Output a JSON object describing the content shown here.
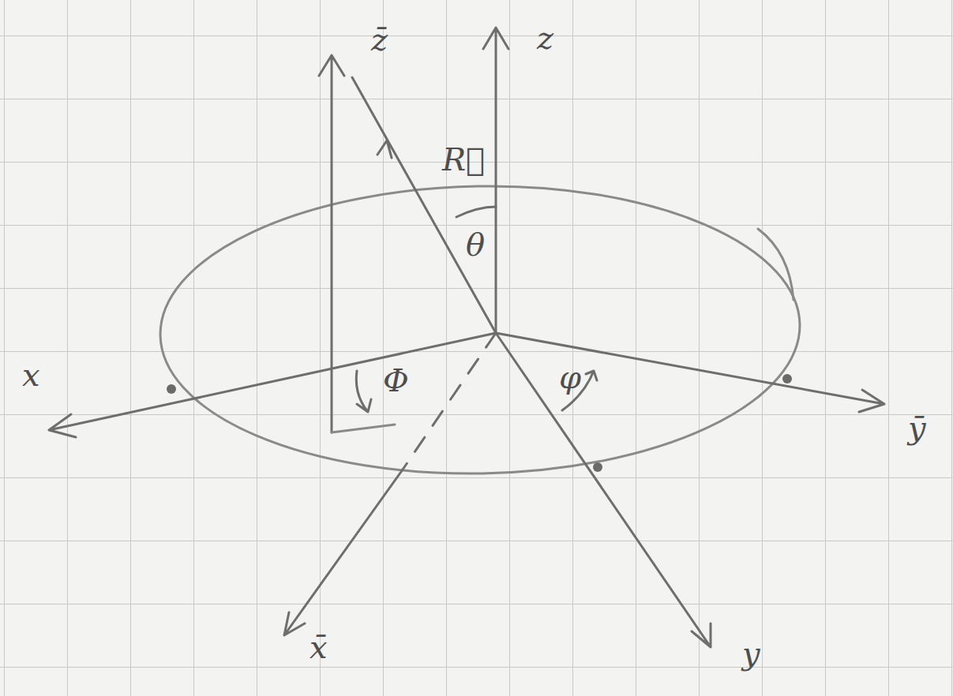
{
  "diagram": {
    "labels": [
      "z̄",
      "z",
      "R⃗",
      "θ",
      "x",
      "Φ",
      "φ",
      "ȳ",
      "x̄",
      "y"
    ]
  }
}
